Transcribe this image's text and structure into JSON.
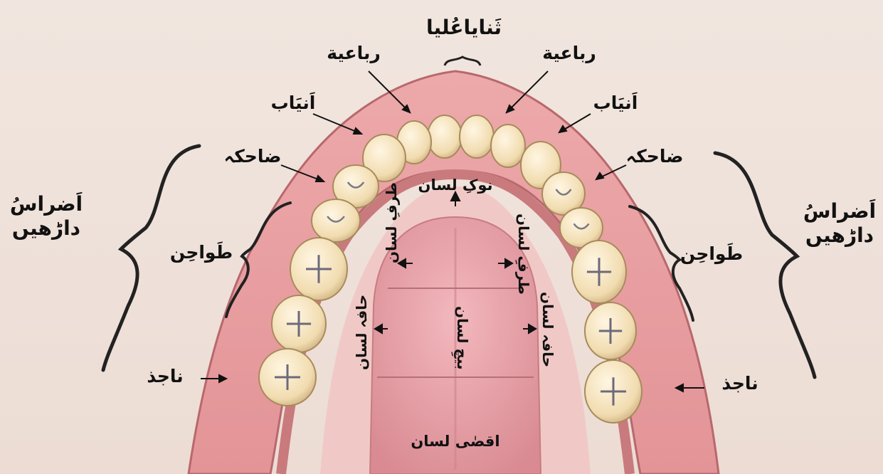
{
  "labels": {
    "upper_incisors": "ثَنایاعُلیا",
    "lateral_incisor_left": "رباعیة",
    "lateral_incisor_right": "رباعیة",
    "canine_left": "اَنیَاب",
    "canine_right": "اَنیَاب",
    "premolar_left": "ضاحکہ",
    "premolar_right": "ضاحکہ",
    "molars_left": "اَضراسُ\nداڑھیں",
    "molars_right": "اَضراسُ\nداڑھیں",
    "molar_group_left": "طَواحِن",
    "molar_group_right": "طَواحِن",
    "wisdom_left": "ناجذ",
    "wisdom_right": "ناجذ",
    "tongue_tip": "نوکِ لسان",
    "tongue_side_left": "طرفِ لسان",
    "tongue_side_right": "طرفِ لسان",
    "tongue_edge_left": "حافہ لسان",
    "tongue_edge_right": "حافہ لسان",
    "tongue_middle": "بیچِ لسان",
    "tongue_back": "اقصٰی لسان"
  },
  "colors": {
    "gum": "#e79fa0",
    "gum_dark": "#c9787b",
    "tooth": "#f4e3bf",
    "tongue": "#e9a2a8",
    "background": "#efe3dc"
  }
}
